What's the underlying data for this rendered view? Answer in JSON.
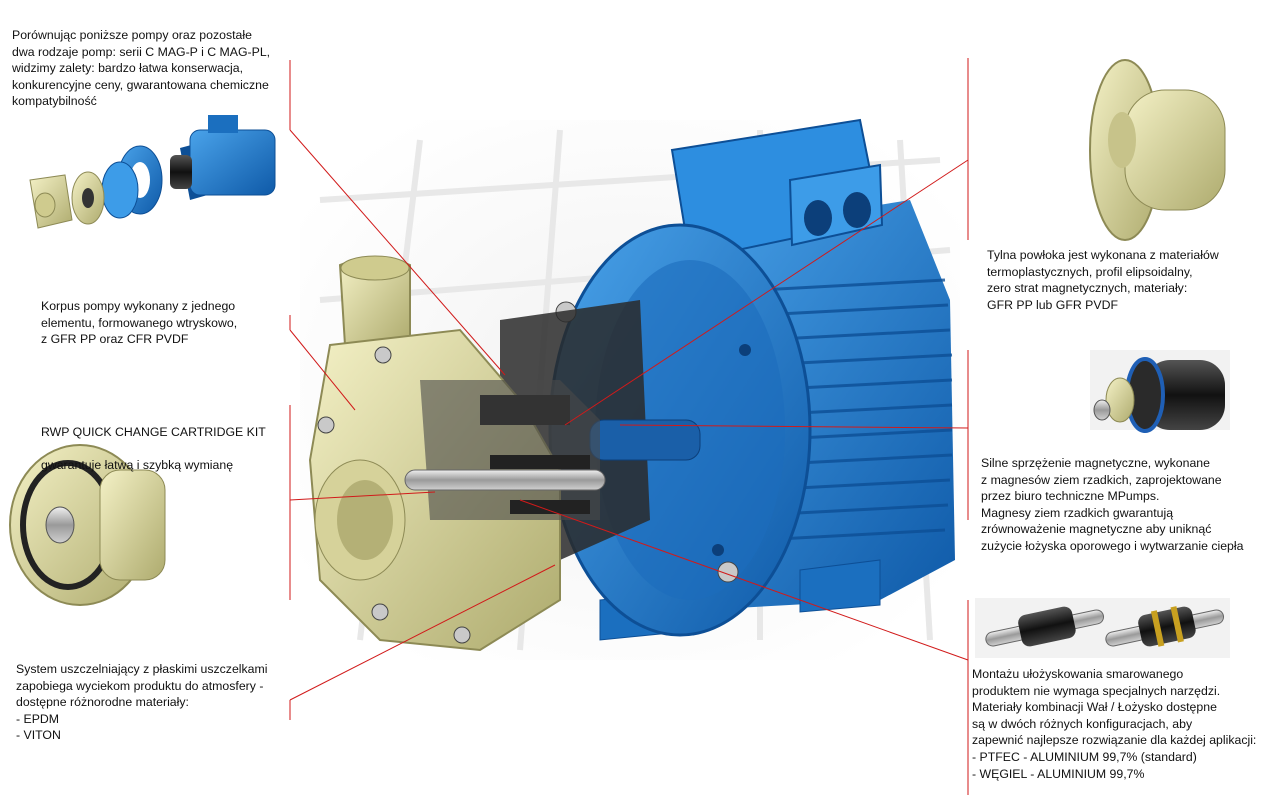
{
  "texts": {
    "top": "Porównując poniższe pompy oraz pozostałe\ndwa rodzaje pomp: serii C MAG-P i C MAG-PL,\nwidzimy zalety: bardzo łatwa konserwacja,\nkonkurencyjne ceny, gwarantowana chemiczne\nkompatybilność",
    "body": "Korpus pompy wykonany z jednego\nelementu, formowanego wtryskowo,\nz GFR PP oraz CFR PVDF",
    "rwp_title": "RWP QUICK CHANGE CARTRIDGE KIT",
    "rwp_sub": "gwarantuje łatwą i szybką wymianę",
    "seal": "System uszczelniający z płaskimi uszczelkami\nzapobiega wyciekom produktu do atmosfery -\ndostępne różnorodne materiały:\n- EPDM\n- VITON",
    "back": "Tylna powłoka jest wykonana z materiałów\ntermoplastycznych, profil elipsoidalny,\nzero strat magnetycznych, materiały:\nGFR PP lub GFR PVDF",
    "mag": "Silne sprzężenie magnetyczne, wykonane\nz magnesów ziem rzadkich, zaprojektowane\nprzez biuro techniczne MPumps.\nMagnesy ziem rzadkich gwarantują\nzrównoważenie magnetyczne aby uniknąć\nzużycie łożyska oporowego i wytwarzanie ciepła",
    "bear": "Montażu ułożyskowania smarowanego\nproduktem nie wymaga specjalnych narzędzi.\nMateriały kombinacji Wał / Łożysko dostępne\nsą w dwóch różnych konfiguracjach, aby\nzapewnić najlepsze rozwiązanie dla każdej aplikacji:\n- PTFEC - ALUMINIUM 99,7% (standard)\n- WĘGIEL - ALUMINIUM 99,7%"
  },
  "colors": {
    "callout_line": "#d11a1a",
    "motor_blue": "#1f7fd0",
    "motor_dark": "#0d4f96",
    "housing_cream": "#e8e4a8",
    "housing_shadow": "#b9b67a"
  }
}
